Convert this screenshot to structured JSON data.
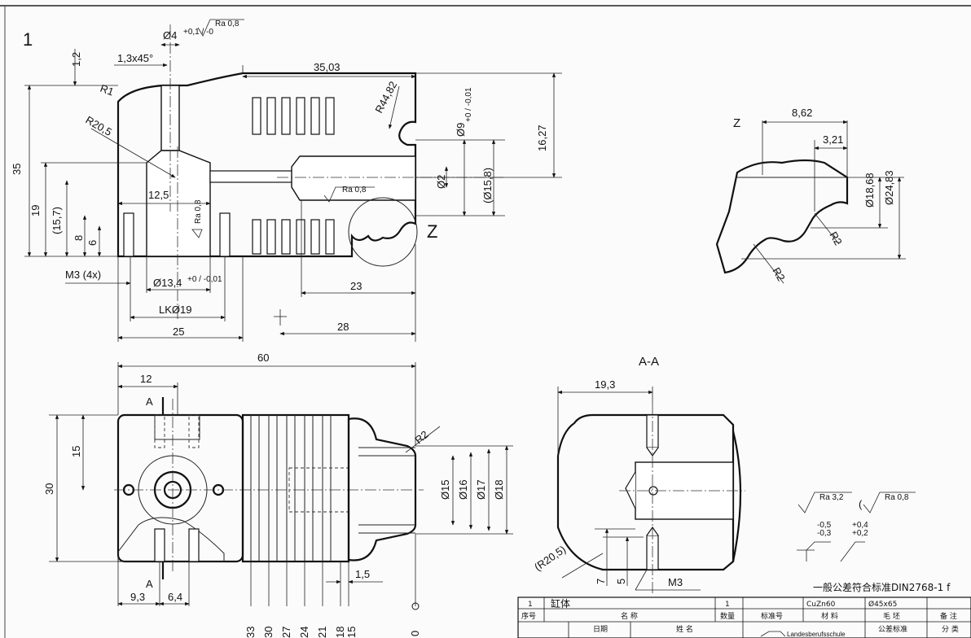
{
  "sheet_number": "1",
  "view_top": {
    "section_label": "Z",
    "dims": {
      "d_hole_top": "Ø4",
      "d_hole_top_tol": "+0,1 / -0",
      "ra_top": "Ra 0,8",
      "chamfer": "1,3x45°",
      "depth_1_2": "1,2",
      "r1": "R1",
      "r20_5": "R20,5",
      "len_35_03": "35,03",
      "r44_82": "R44,82",
      "d9": "Ø9",
      "d9_tol": "+0 / -0,01",
      "len_16_27": "16,27",
      "h35": "35",
      "h19": "19",
      "h15_7": "(15,7)",
      "h8": "8",
      "h6": "6",
      "len_12_5": "12,5",
      "ra_mid": "Ra 0,8",
      "ra_bore": "Ra 0,8",
      "d2": "Ø2",
      "d15_8": "(Ø15,8)",
      "m3": "M3 (4x)",
      "d13_4": "Ø13,4",
      "d13_4_tol": "+0 / -0,01",
      "lk19": "LKØ19",
      "w25": "25",
      "len23": "23",
      "len28": "28"
    }
  },
  "detail_z": {
    "label": "Z",
    "dims": {
      "a": "8,62",
      "b": "3,21",
      "d1": "Ø18,68",
      "d2": "Ø24,83",
      "r_a": "R2",
      "r_b": "R2"
    }
  },
  "view_front": {
    "dims": {
      "len60": "60",
      "len12": "12",
      "cut_a": "A",
      "h15": "15",
      "h30": "30",
      "r2": "R2",
      "d15": "Ø15",
      "d16": "Ø16",
      "d17": "Ø17",
      "d18": "Ø18",
      "w9_3": "9,3",
      "w6_4": "6,4",
      "w1_5": "1,5",
      "ords": [
        "33",
        "30",
        "27",
        "24",
        "21",
        "18",
        "15",
        "0"
      ]
    }
  },
  "section_aa": {
    "title": "A-A",
    "dims": {
      "w19_3": "19,3",
      "r20_5": "(R20,5)",
      "d7": "7",
      "d5": "5",
      "m3": "M3"
    }
  },
  "surface": {
    "ra_general": "Ra 3,2",
    "ra_paren": "Ra 0,8",
    "tol_a": "-0,5",
    "tol_b": "-0,3",
    "tol_c": "+0,4",
    "tol_d": "+0,2"
  },
  "title_block": {
    "general_tol": "一般公差符合标准DIN2768-1 f",
    "row": {
      "seq": "1",
      "name": "缸体",
      "qty": "1",
      "std": "",
      "material": "CuZn60",
      "blank": "Ø45x65",
      "note": ""
    },
    "headers": [
      "序号",
      "名 称",
      "数量",
      "标准号",
      "材 料",
      "毛 坯",
      "备 注"
    ],
    "footer": {
      "date": "日期",
      "person": "姓 名",
      "school": "Landesberufsschule",
      "tol_std": "公差标准",
      "category": "分 类"
    }
  }
}
